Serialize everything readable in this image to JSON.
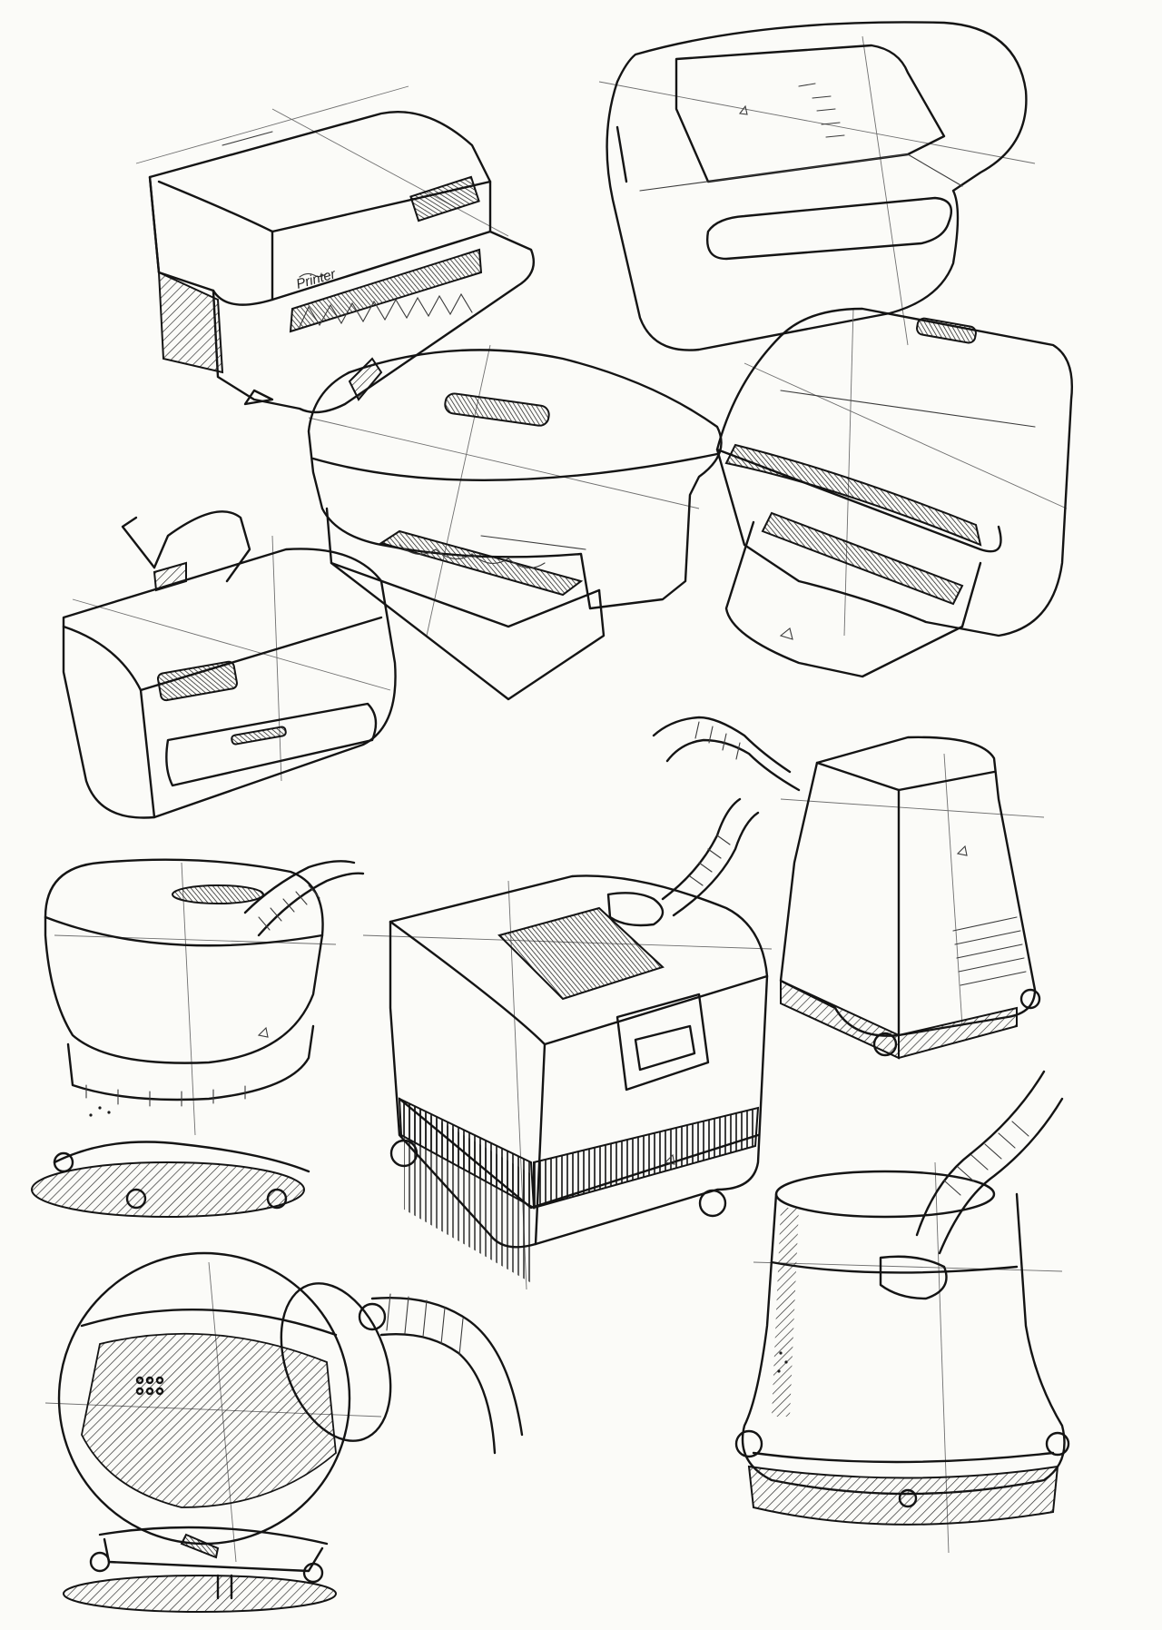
{
  "sheet": {
    "paper_color": "#fbfbf8",
    "ink_color": "#141414",
    "printer_label": "Printer"
  },
  "sketches": [
    {
      "id": "printer-a",
      "kind": "printer"
    },
    {
      "id": "printer-b",
      "kind": "printer"
    },
    {
      "id": "printer-c",
      "kind": "printer"
    },
    {
      "id": "printer-d",
      "kind": "printer"
    },
    {
      "id": "printer-e",
      "kind": "printer"
    },
    {
      "id": "vacuum-a",
      "kind": "vacuum cleaner"
    },
    {
      "id": "vacuum-b",
      "kind": "vacuum cleaner"
    },
    {
      "id": "vacuum-c",
      "kind": "vacuum cleaner"
    },
    {
      "id": "vacuum-d",
      "kind": "vacuum cleaner"
    },
    {
      "id": "vacuum-e",
      "kind": "vacuum cleaner"
    }
  ]
}
